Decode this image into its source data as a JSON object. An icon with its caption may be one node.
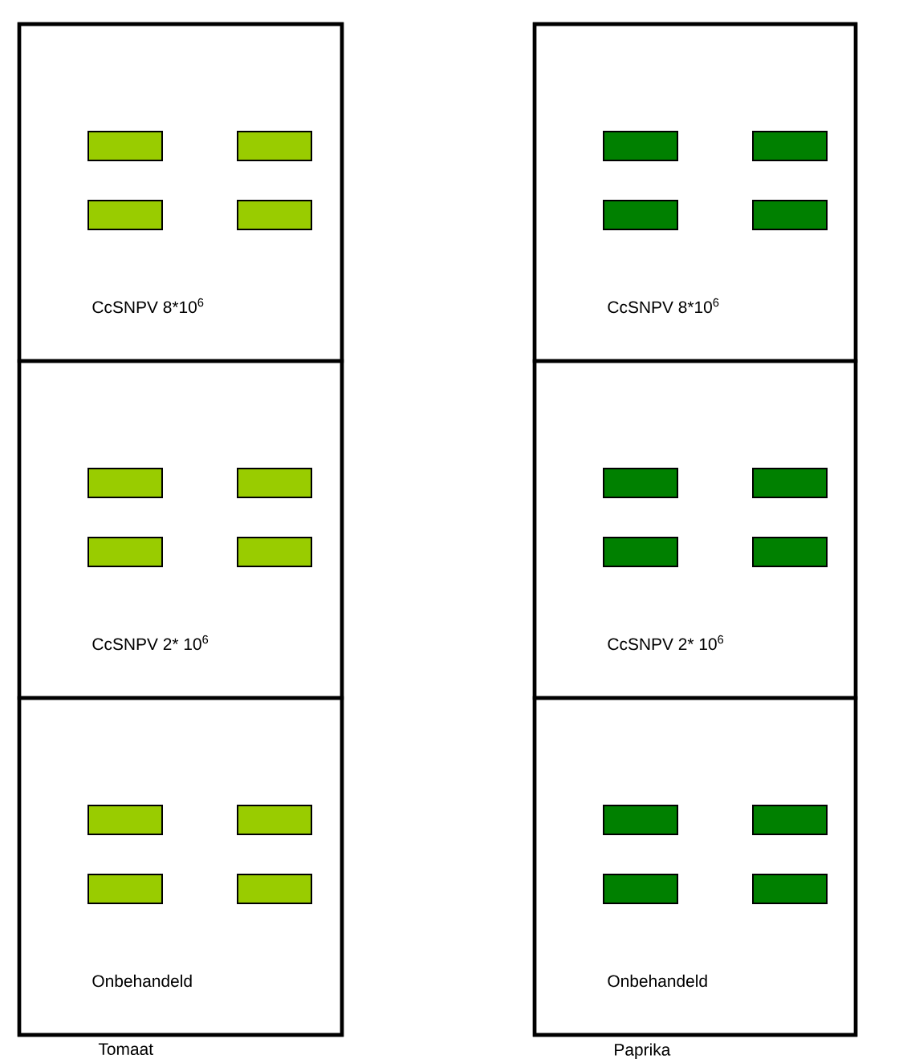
{
  "diagram": {
    "nodes": [
      {
        "text": [
          "Tomaat"
        ]
      },
      {
        "text": [
          "CcSNPV 8*10$^{6}$"
        ],
        "in": 0
      },
      {
        "text": [
          "CcSNPV 2* 10$^{6}$"
        ],
        "in": 0
      },
      {
        "text": [
          "Onbehandeld"
        ],
        "in": 0
      },
      {
        "text": [
          "Paprika"
        ]
      },
      {
        "text": [
          "CcSNPV 8*10$^{6}$"
        ],
        "in": 4
      },
      {
        "text": [
          "CcSNPV 2* 10$^{6}$"
        ],
        "in": 4
      },
      {
        "text": [
          "Onbehandeld"
        ],
        "in": 4
      }
    ]
  }
}
